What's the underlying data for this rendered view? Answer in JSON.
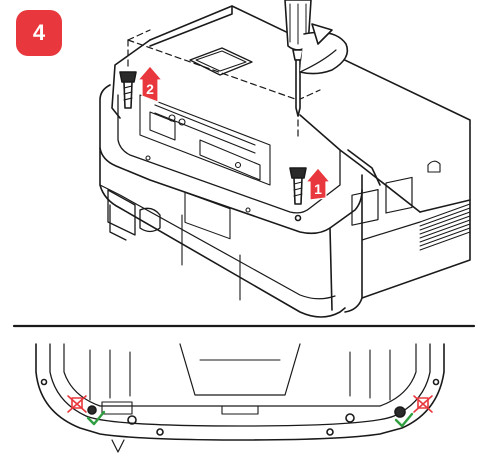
{
  "step": {
    "number": "4",
    "badge_color": "#e8383d"
  },
  "callouts": [
    {
      "number": "1",
      "label_color": "#ffffff",
      "fill": "#e8383d"
    },
    {
      "number": "2",
      "label_color": "#ffffff",
      "fill": "#e8383d"
    }
  ],
  "icons": {
    "tool": "screwdriver-icon",
    "rotation": "rotate-arrow-icon",
    "remove": "crossed-screw-icon",
    "keep": "checkmark-icon"
  },
  "colors": {
    "outline": "#1a1a1a",
    "accent_red": "#e8383d",
    "accent_green": "#2e9e3e",
    "body_fill": "#ffffff"
  }
}
